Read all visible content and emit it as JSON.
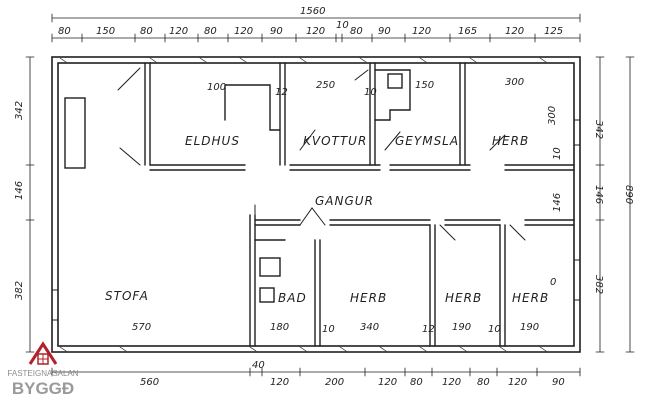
{
  "dimensions": {
    "overall_width": "1560",
    "top": [
      "80",
      "150",
      "80",
      "120",
      "80",
      "120",
      "90",
      "120",
      "10",
      "80",
      "90",
      "120",
      "165",
      "120",
      "125"
    ],
    "bottom": [
      "560",
      "40",
      "120",
      "200",
      "120",
      "80",
      "120",
      "80",
      "120",
      "90"
    ],
    "right_outer": "890",
    "right_inner": [
      "342",
      "146",
      "382"
    ],
    "left": [
      "342",
      "146",
      "382"
    ]
  },
  "rooms": {
    "eldhus": "ELDHUS",
    "kvottur": "KVOTTUR",
    "geymsla": "GEYMSLA",
    "herb_top": "HERB",
    "gangur": "GANGUR",
    "stofa": "STOFA",
    "bad": "BAD",
    "herb_1": "HERB",
    "herb_2": "HERB",
    "herb_3": "HERB"
  },
  "inner_dims": {
    "d_100": "100",
    "d_12": "12",
    "d_250": "250",
    "d_10a": "10",
    "d_150": "150",
    "d_300a": "300",
    "d_300b": "300",
    "d_10b": "10",
    "d_146": "146",
    "d_0": "0",
    "d_570": "570",
    "d_180": "180",
    "d_10c": "10",
    "d_340": "340",
    "d_12b": "12",
    "d_190a": "190",
    "d_10d": "10",
    "d_190b": "190"
  },
  "logo": {
    "line1": "FASTEIGNASALAN",
    "line2": "BYGGÐ"
  },
  "colors": {
    "ink": "#1f1f1f",
    "logo_red": "#b3202a",
    "logo_gray": "#8c8c8c"
  }
}
